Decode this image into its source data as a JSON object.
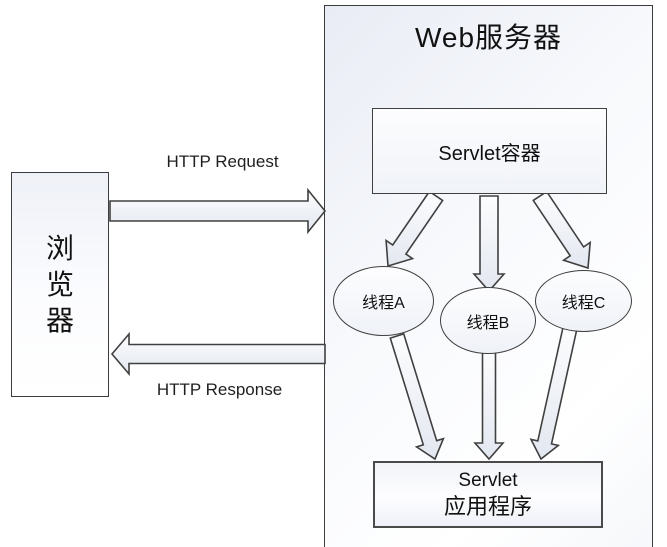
{
  "web_server": {
    "title": "Web服务器"
  },
  "browser": {
    "label": "浏览器",
    "chars": [
      "浏",
      "览",
      "器"
    ]
  },
  "servlet_container": {
    "label": "Servlet容器"
  },
  "threads": [
    {
      "label": "线程A"
    },
    {
      "label": "线程B"
    },
    {
      "label": "线程C"
    }
  ],
  "servlet_app": {
    "line1": "Servlet",
    "line2": "应用程序"
  },
  "http_request": {
    "label": "HTTP Request"
  },
  "http_response": {
    "label": "HTTP Response"
  },
  "colors": {
    "border": "#3f3f3f",
    "border_dark": "#4a4a4a",
    "arrow_fill_top": "#fcfdfe",
    "arrow_fill_bottom": "#e3e7f0",
    "box_tint": "#e9ecf5",
    "text": "#1a1a1a"
  }
}
